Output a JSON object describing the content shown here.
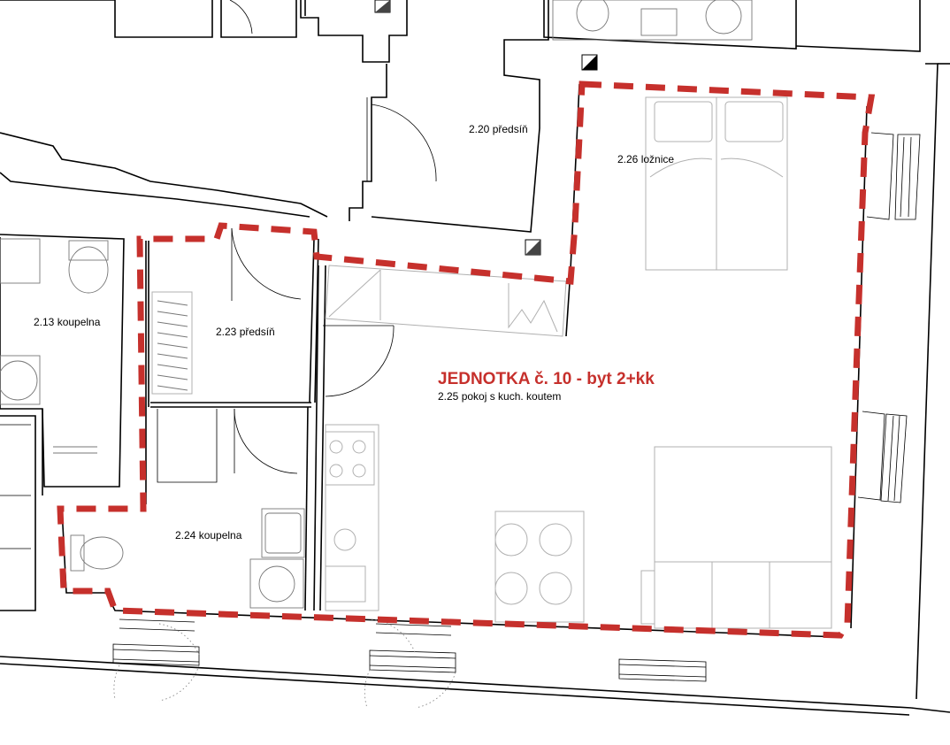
{
  "unit": {
    "title": "JEDNOTKA č. 10 - byt 2+kk",
    "color": "#c6302c"
  },
  "rooms": {
    "r220": "2.20 předsíň",
    "r226": "2.26 ložnice",
    "r213": "2.13 koupelna",
    "r223": "2.23 předsíň",
    "r225": "2.25 pokoj s kuch. koutem",
    "r224": "2.24 koupelna"
  },
  "colors": {
    "walls": "#000000",
    "furniture": "#b0b0b0",
    "background": "#ffffff"
  }
}
